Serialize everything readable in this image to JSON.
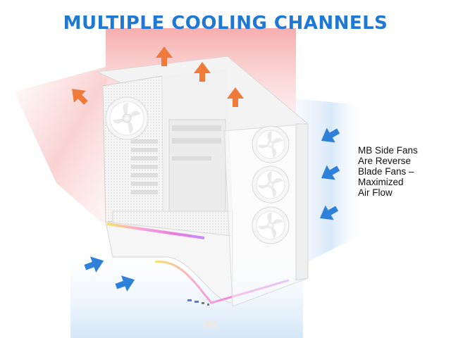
{
  "headline": "MULTIPLE COOLING CHANNELS",
  "annotation": {
    "lines": [
      "MB Side Fans",
      "Are Reverse",
      "Blade Fans –",
      "Maximized",
      "Air Flow"
    ]
  },
  "colors": {
    "headline": "#1e78d4",
    "hot_air": "#f07a3a",
    "cool_air": "#2f80d8",
    "hot_glow": "#f7b7b7",
    "cool_glow": "#cfe3f7",
    "case_body": "#f4f4f4"
  },
  "icons": {
    "exhaust": "arrow-up-right-icon",
    "intake": "arrow-left-down-icon",
    "fan": "fan-icon"
  }
}
